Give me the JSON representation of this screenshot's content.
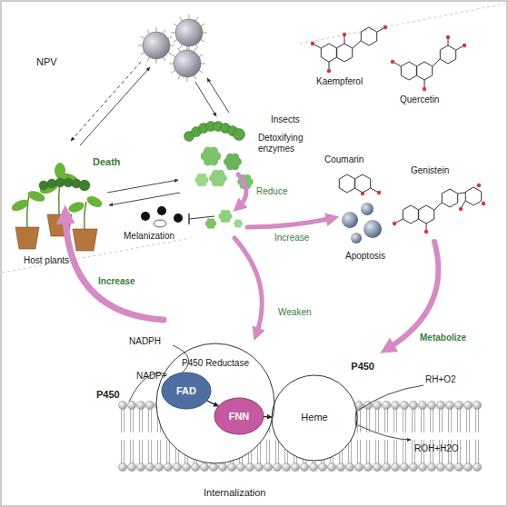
{
  "diagram": {
    "nodes": [
      {
        "text": [
          "P450 Reductase"
        ]
      },
      {
        "text": [
          "FAD"
        ],
        "in": 0
      },
      {
        "text": [
          "FNN"
        ],
        "in": 0
      },
      {
        "text": [
          "P450",
          "Heme"
        ]
      }
    ],
    "edges": [
      {
        "from": 1,
        "to": 2,
        "arrow": "to"
      },
      {
        "from": 2,
        "to": 3,
        "arrow": "to"
      }
    ],
    "labels": [
      "NPV",
      "Insects",
      "Detoxifying enzymes",
      "Host plants",
      "Kaempferol",
      "Quercetin",
      "Coumarin",
      "Genistein",
      "Death",
      "Reduce",
      "Increase",
      "Melanization",
      "Apoptosis",
      "Increase",
      "Weaken",
      "Metabolize",
      "NADPH",
      "NADP+ -",
      "P450",
      "RH+O2",
      "ROH+H2O",
      "Internalization"
    ]
  }
}
